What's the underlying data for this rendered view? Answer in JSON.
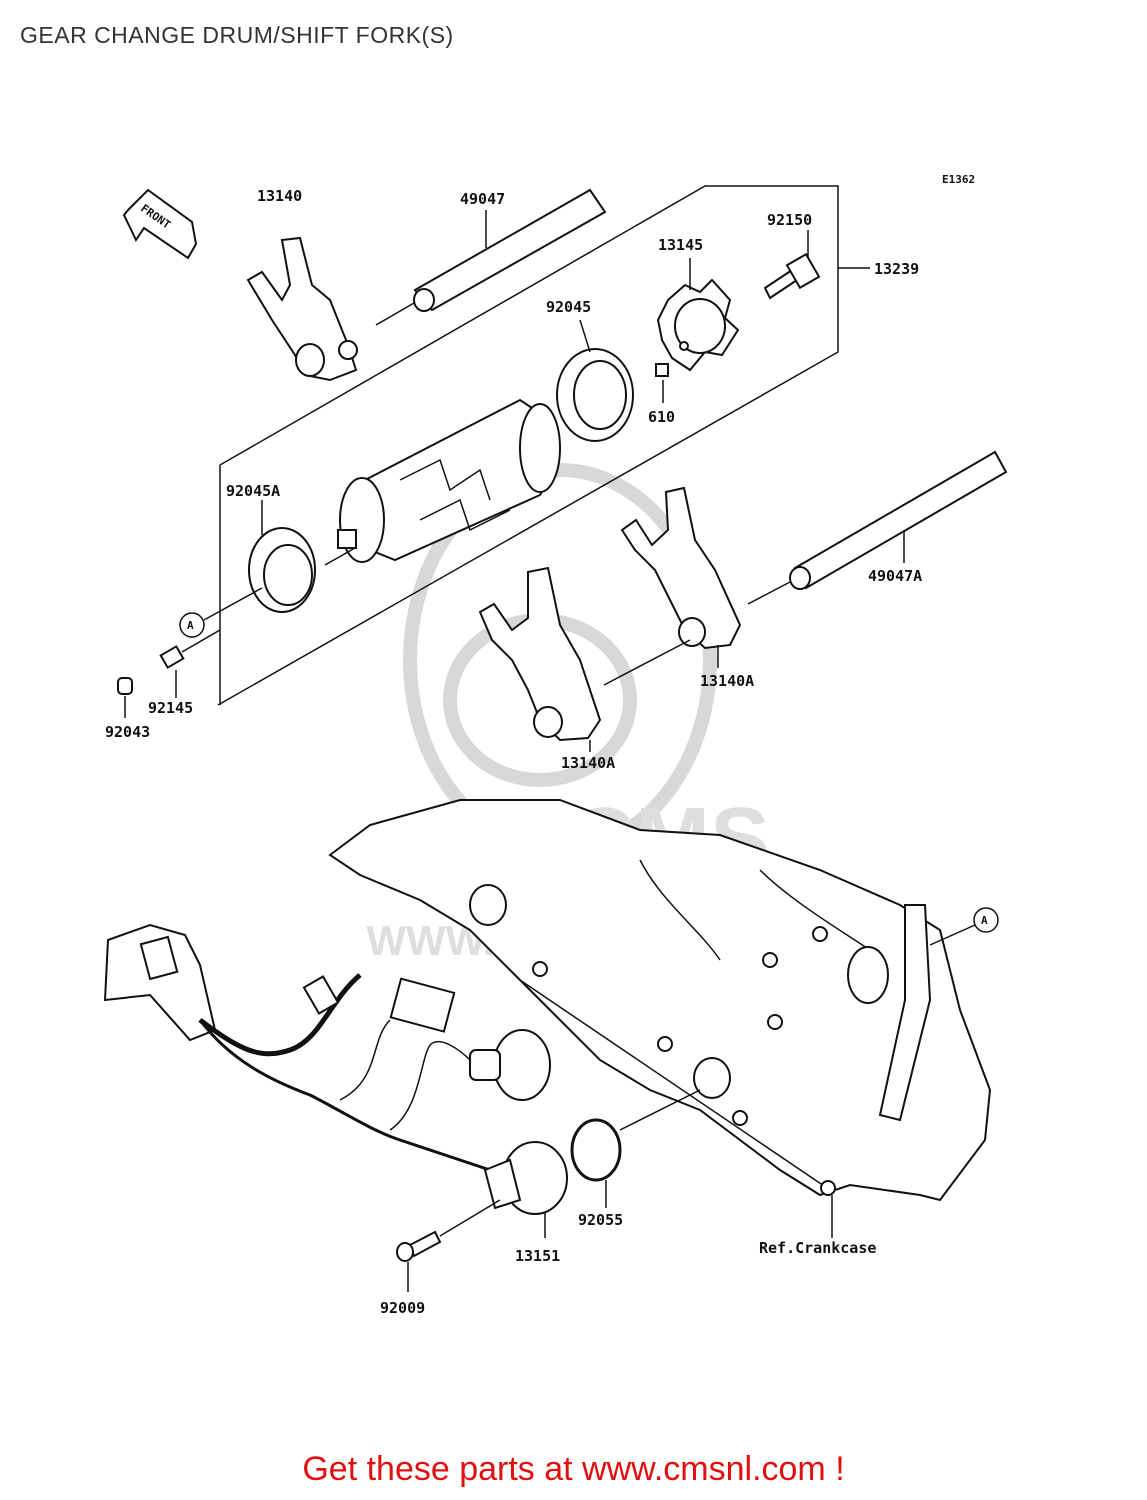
{
  "page": {
    "title": "GEAR CHANGE DRUM/SHIFT FORK(S)"
  },
  "diagram": {
    "code": "E1362",
    "front_label": "FRONT",
    "ref_marker": "A",
    "watermark": {
      "logo": "CMS",
      "url": "WWW.CMSNL.COM"
    },
    "parts": {
      "p13140": "13140",
      "p49047": "49047",
      "p92150": "92150",
      "p13145": "13145",
      "p13239": "13239",
      "p92045": "92045",
      "p610": "610",
      "p92045A": "92045A",
      "p49047A": "49047A",
      "p13140A_upper": "13140A",
      "p13140A_lower": "13140A",
      "p92145": "92145",
      "p92043": "92043",
      "p92055": "92055",
      "p13151": "13151",
      "p92009": "92009",
      "ref_crankcase": "Ref.Crankcase"
    }
  },
  "footer": {
    "promo": "Get these parts at www.cmsnl.com !"
  }
}
